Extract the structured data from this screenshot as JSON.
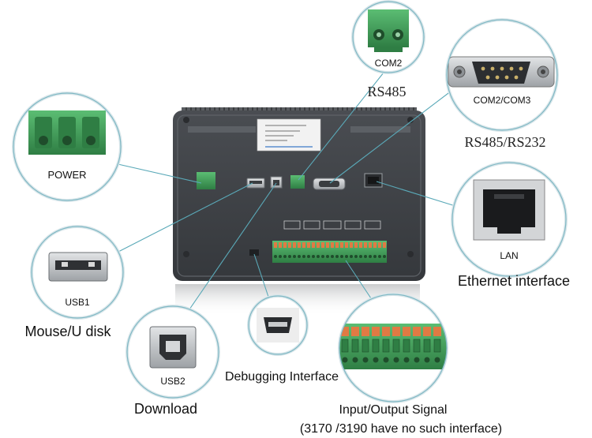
{
  "colors": {
    "panel": "#404347",
    "panel_light": "#55595e",
    "connector_green": "#3e9a57",
    "terminal_orange": "#d8673a",
    "leader": "#5aa9b8"
  },
  "callouts": {
    "com2": {
      "title": "COM2",
      "caption": "RS485"
    },
    "com2_com3": {
      "title": "COM2/COM3",
      "caption": "RS485/RS232"
    },
    "power": {
      "title": "POWER"
    },
    "lan": {
      "title": "LAN",
      "caption": "Ethernet interface"
    },
    "usb1": {
      "title": "USB1",
      "caption": "Mouse/U disk"
    },
    "usb2": {
      "title": "USB2",
      "caption": "Download"
    },
    "debug": {
      "caption": "Debugging Interface"
    },
    "io": {
      "caption": "Input/Output Signal",
      "note": "(3170 /3190 have no such interface)"
    }
  }
}
